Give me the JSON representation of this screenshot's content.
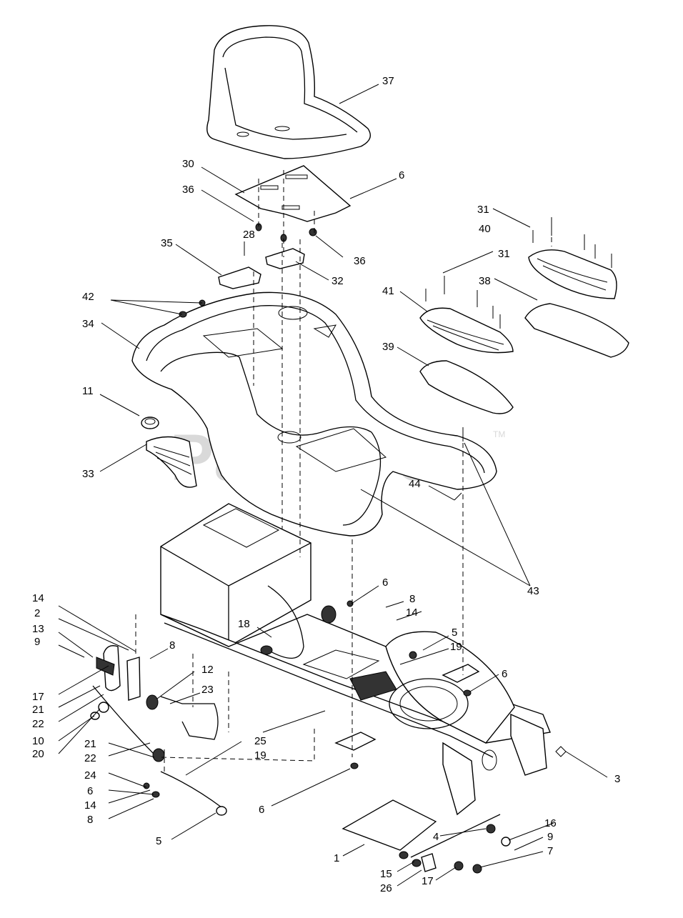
{
  "watermark": {
    "text": "PartsTree",
    "tm": "TM"
  },
  "callouts": [
    {
      "id": "c37",
      "text": "37"
    },
    {
      "id": "c30",
      "text": "30"
    },
    {
      "id": "c6a",
      "text": "6"
    },
    {
      "id": "c36a",
      "text": "36"
    },
    {
      "id": "c28",
      "text": "28"
    },
    {
      "id": "c36b",
      "text": "36"
    },
    {
      "id": "c35",
      "text": "35"
    },
    {
      "id": "c32",
      "text": "32"
    },
    {
      "id": "c42",
      "text": "42"
    },
    {
      "id": "c34",
      "text": "34"
    },
    {
      "id": "c31a",
      "text": "31"
    },
    {
      "id": "c40",
      "text": "40"
    },
    {
      "id": "c31b",
      "text": "31"
    },
    {
      "id": "c41",
      "text": "41"
    },
    {
      "id": "c38",
      "text": "38"
    },
    {
      "id": "c39",
      "text": "39"
    },
    {
      "id": "c11",
      "text": "11"
    },
    {
      "id": "c33",
      "text": "33"
    },
    {
      "id": "c44",
      "text": "44"
    },
    {
      "id": "c43",
      "text": "43"
    },
    {
      "id": "c6b",
      "text": "6"
    },
    {
      "id": "c14a",
      "text": "14"
    },
    {
      "id": "c8a",
      "text": "8"
    },
    {
      "id": "c14b",
      "text": "14"
    },
    {
      "id": "c2",
      "text": "2"
    },
    {
      "id": "c13",
      "text": "13"
    },
    {
      "id": "c18",
      "text": "18"
    },
    {
      "id": "c5a",
      "text": "5"
    },
    {
      "id": "c9a",
      "text": "9"
    },
    {
      "id": "c8b",
      "text": "8"
    },
    {
      "id": "c19a",
      "text": "19"
    },
    {
      "id": "c12",
      "text": "12"
    },
    {
      "id": "c6c",
      "text": "6"
    },
    {
      "id": "c17a",
      "text": "17"
    },
    {
      "id": "c23",
      "text": "23"
    },
    {
      "id": "c21a",
      "text": "21"
    },
    {
      "id": "c22a",
      "text": "22"
    },
    {
      "id": "c10",
      "text": "10"
    },
    {
      "id": "c20",
      "text": "20"
    },
    {
      "id": "c21b",
      "text": "21"
    },
    {
      "id": "c25",
      "text": "25"
    },
    {
      "id": "c22b",
      "text": "22"
    },
    {
      "id": "c19b",
      "text": "19"
    },
    {
      "id": "c24",
      "text": "24"
    },
    {
      "id": "c3",
      "text": "3"
    },
    {
      "id": "c6d",
      "text": "6"
    },
    {
      "id": "c14c",
      "text": "14"
    },
    {
      "id": "c6e",
      "text": "6"
    },
    {
      "id": "c8c",
      "text": "8"
    },
    {
      "id": "c16",
      "text": "16"
    },
    {
      "id": "c4",
      "text": "4"
    },
    {
      "id": "c9b",
      "text": "9"
    },
    {
      "id": "c5b",
      "text": "5"
    },
    {
      "id": "c1",
      "text": "1"
    },
    {
      "id": "c7",
      "text": "7"
    },
    {
      "id": "c15",
      "text": "15"
    },
    {
      "id": "c17b",
      "text": "17"
    },
    {
      "id": "c26",
      "text": "26"
    }
  ]
}
